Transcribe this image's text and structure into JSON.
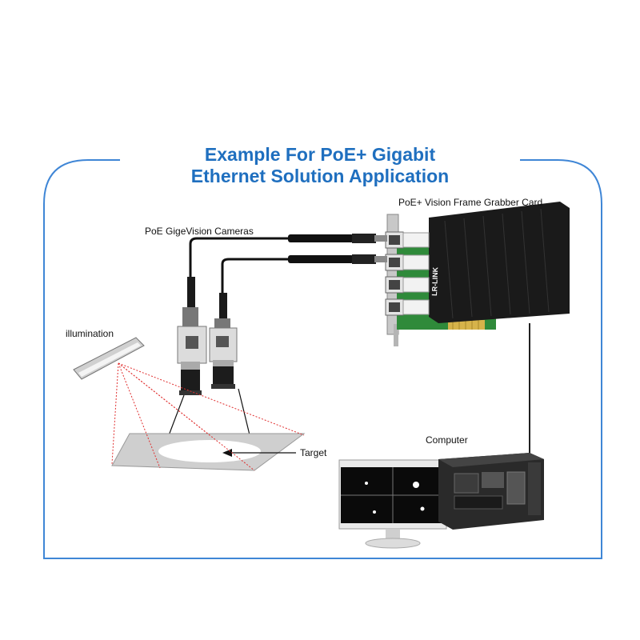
{
  "title": {
    "line1": "Example For PoE+ Gigabit",
    "line2": "Ethernet Solution Application"
  },
  "labels": {
    "frame_grabber": "PoE+ Vision Frame Grabber Card",
    "cameras": "PoE GigeVision Cameras",
    "illumination": "illumination",
    "target": "Target",
    "computer": "Computer",
    "card_brand": "LR-LINK"
  },
  "colors": {
    "accent": "#1f6fbf",
    "frame_border": "#3f86d6",
    "light_rays": "#e03030",
    "pcb": "#2f8a3a"
  }
}
